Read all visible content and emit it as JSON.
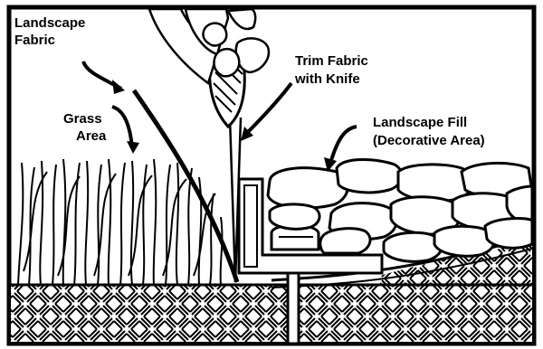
{
  "diagram": {
    "labels": {
      "landscape_fabric": [
        "Landscape",
        "Fabric"
      ],
      "grass_area": [
        "Grass",
        "Area"
      ],
      "trim_fabric": [
        "Trim Fabric",
        "with Knife"
      ],
      "landscape_fill": [
        "Landscape Fill",
        "(Decorative Area)"
      ]
    },
    "colors": {
      "ink": "#000000",
      "paper": "#ffffff"
    }
  }
}
